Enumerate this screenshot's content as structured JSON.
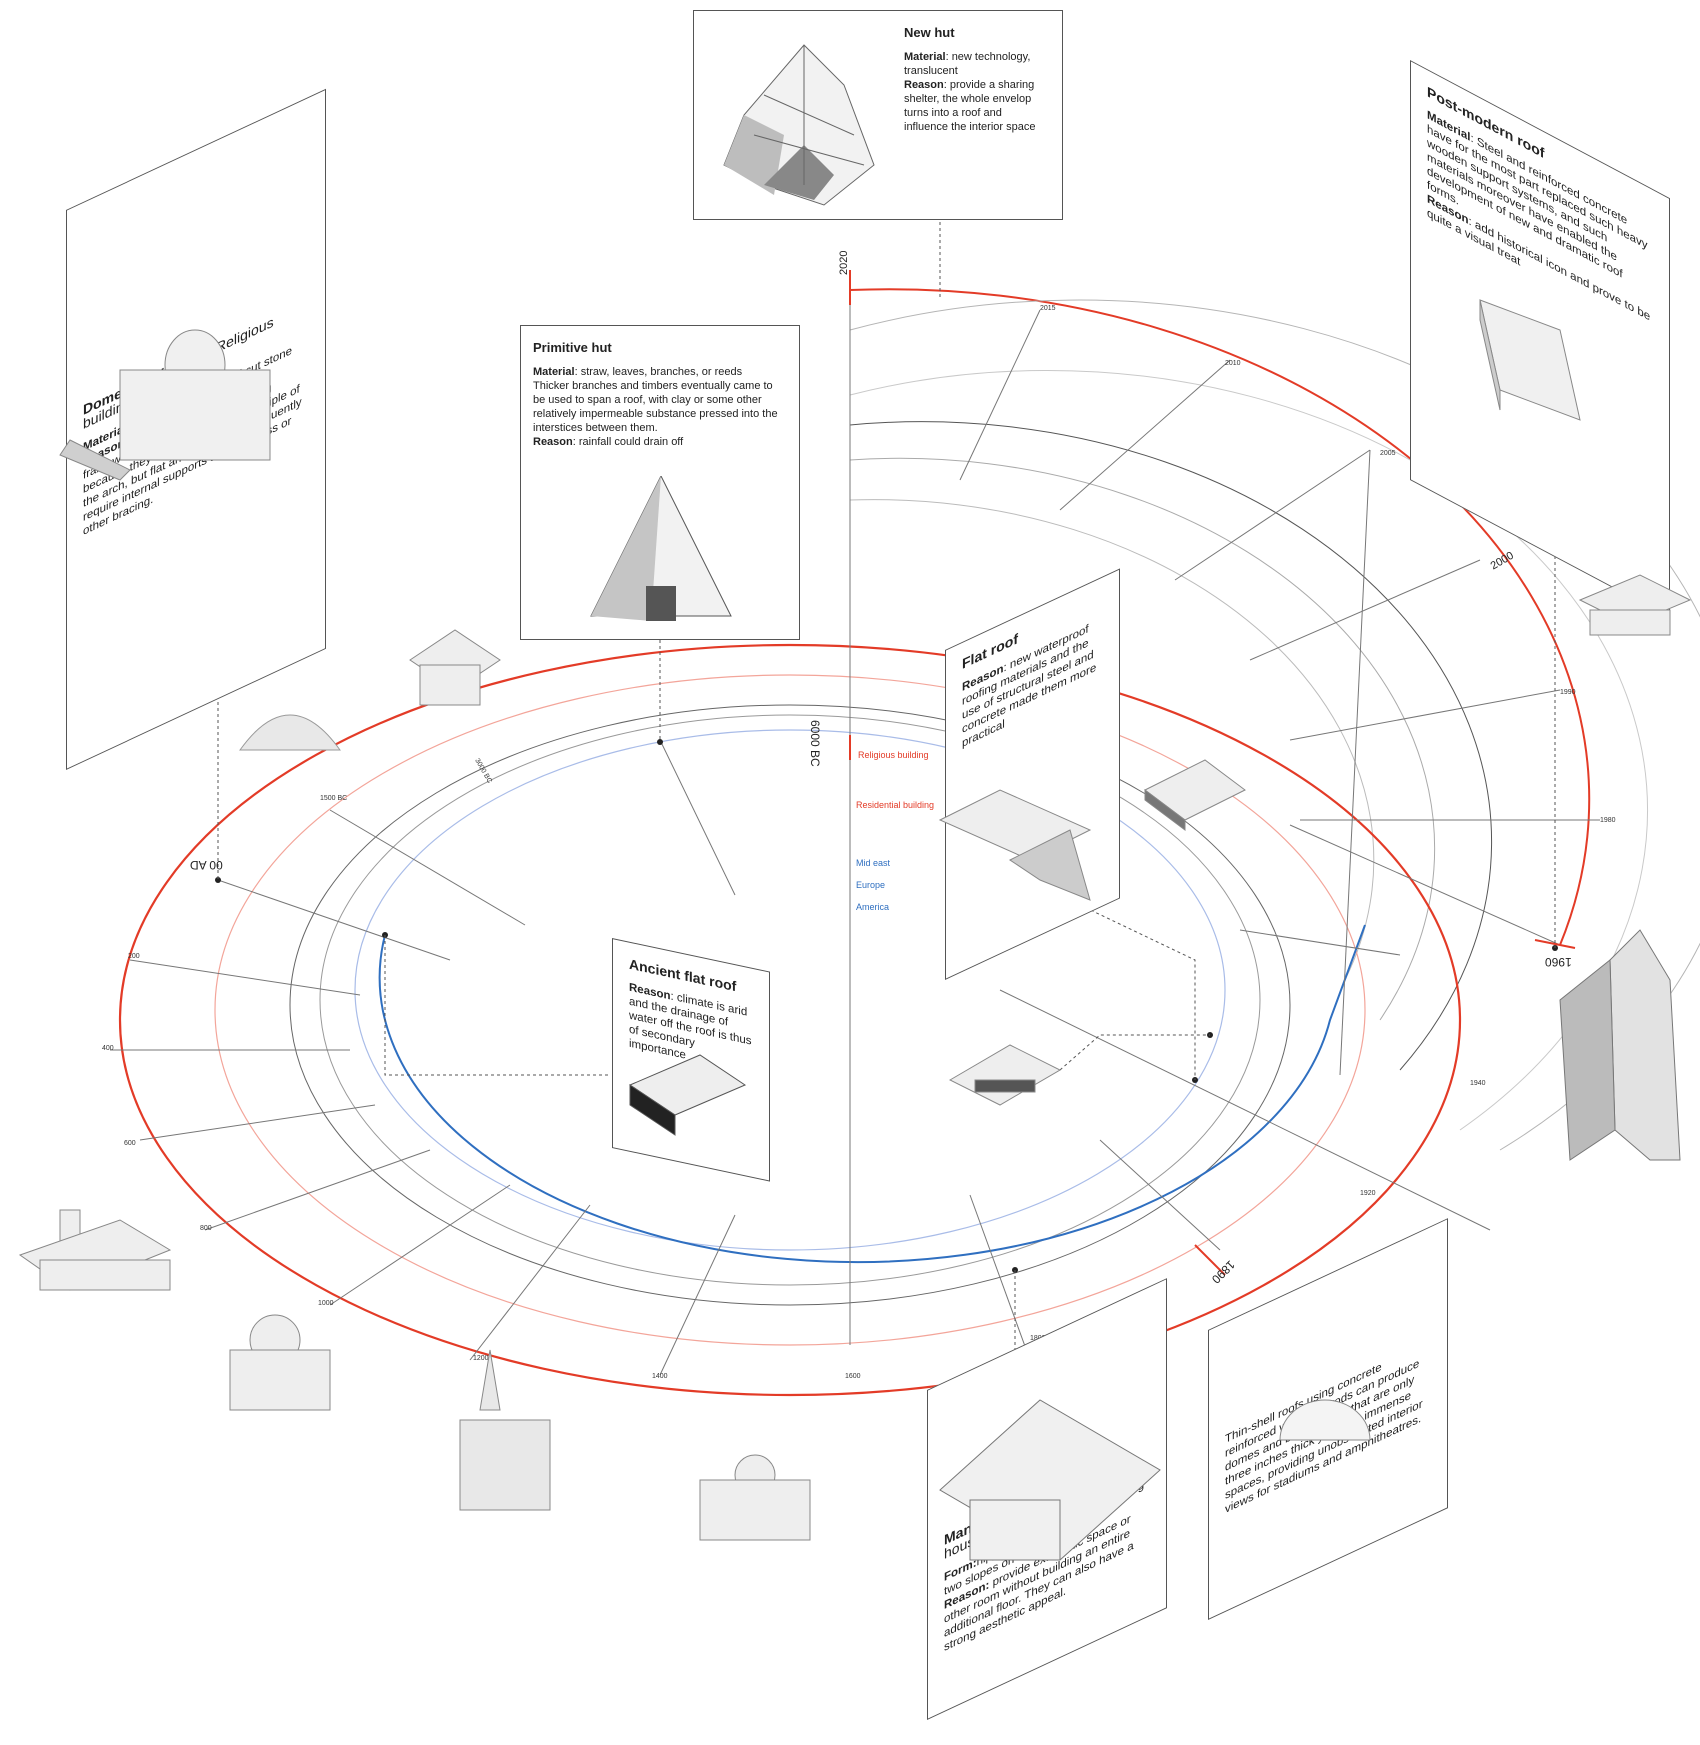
{
  "colors": {
    "red": "#e33b27",
    "red_light": "#f3a59a",
    "blue": "#2f6fc0",
    "blue_light": "#a9bce8",
    "grey": "#9a9a9a",
    "dark": "#333333"
  },
  "rings": {
    "religious": "Religious building",
    "residential": "Residential building",
    "mid_east": "Mid east",
    "europe": "Europe",
    "america": "America"
  },
  "timeline": {
    "bc6000": "6000 BC",
    "ad00": "00 AD",
    "y2020": "2020",
    "y2000": "2000",
    "y1960": "1960",
    "y1890": "1890"
  },
  "cards": {
    "new_hut": {
      "title": "New hut",
      "material_label": "Material",
      "material": ": new technology, translucent",
      "reason_label": "Reason",
      "reason": ": provide a sharing shelter, the whole envelop turns into a roof and influence the interior space"
    },
    "primitive_hut": {
      "title": "Primitive hut",
      "material_label": "Material",
      "material": ": straw, leaves, branches, or reeds",
      "text": "Thicker branches and timbers eventually came to be used to span a roof, with clay or some other relatively impermeable substance pressed into the interstices between them.",
      "reason_label": "Reason",
      "reason": ": rainfall could drain off"
    },
    "dome_vault": {
      "title": "Dome and Vault",
      "subtitle": "——Religious building",
      "material_label": "Material:",
      "material": " invention of brick and cut stone",
      "reason_label": "Reason:",
      "reason": " do not require a supporting framework directly below the vaulting because they are based on the principle of the arch, but flat and gable roofs frequently require internal supports such as truss or other bracing."
    },
    "post_modern": {
      "title": "Post-modern roof",
      "material_label": "Material",
      "material": ": Steel and reinforced concrete have for the most part replaced such heavy wooden support systems, and such materials moreover have enabled the development of new and dramatic roof forms.",
      "reason_label": "Reason",
      "reason": ": add historical icon and prove to be quite a visual treat"
    },
    "flat_roof": {
      "title": "Flat roof",
      "reason_label": "Reason",
      "reason": ": new waterproof roofing materials and the use of structural steel and concrete made them more practical"
    },
    "ancient_flat": {
      "title": "Ancient flat roof",
      "reason_label": "Reason",
      "reason": ": climate is arid and the drainage of water off the roof is thus of secondary importance"
    },
    "mansard": {
      "title": "Mansard Roof",
      "subtitle": "——Domestic housing",
      "form_label": "Form:",
      "form": "hipped gambrel roof, thus having two slopes on every side.",
      "reason_label": "Reason:",
      "reason": " provide extra attic space or other room without building an entire additional floor. They can also have a strong aesthetic appeal."
    },
    "thin_shell": {
      "text": "Thin-shell roofs using concrete reinforced with steel rods can produce domes and barrel vaults that are only three inches thick yet span immense spaces, providing unobstructed interior views for stadiums and amphitheatres."
    }
  }
}
